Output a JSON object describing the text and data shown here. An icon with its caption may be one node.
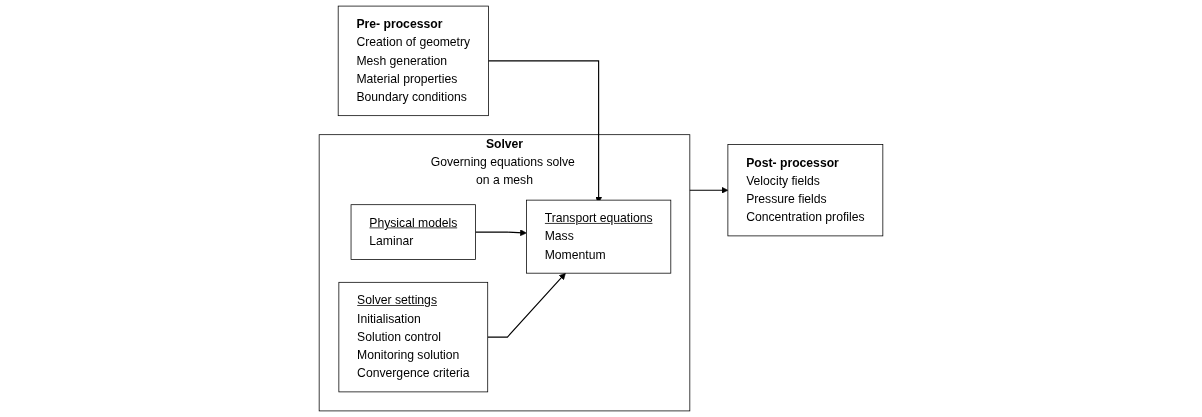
{
  "diagram": {
    "nodes": [
      {
        "text": [
          "Pre- processor",
          "Creation of geometry",
          "Mesh generation",
          "Material properties",
          "Boundary conditions"
        ]
      },
      {
        "text": [
          "Solver",
          "Governing equations solve on a mesh"
        ]
      },
      {
        "text": [
          "Transport equations",
          "Mass",
          "Momentum"
        ],
        "in": 1
      },
      {
        "text": [
          "Physical models",
          "Laminar"
        ],
        "in": 1
      },
      {
        "text": [
          "Solver settings",
          "Initialisation",
          "Solution control",
          "Monitoring solution",
          "Convergence criteria"
        ],
        "in": 1
      },
      {
        "text": [
          "Post- processor",
          "Velocity fields",
          "Pressure fields",
          "Concentration profiles"
        ]
      }
    ],
    "edges": [
      {
        "from": 0,
        "to": 2,
        "arrow": "to"
      },
      {
        "from": 3,
        "to": 2,
        "arrow": "to"
      },
      {
        "from": 4,
        "to": 2,
        "arrow": "to"
      },
      {
        "from": 1,
        "to": 5,
        "arrow": "to"
      }
    ]
  }
}
